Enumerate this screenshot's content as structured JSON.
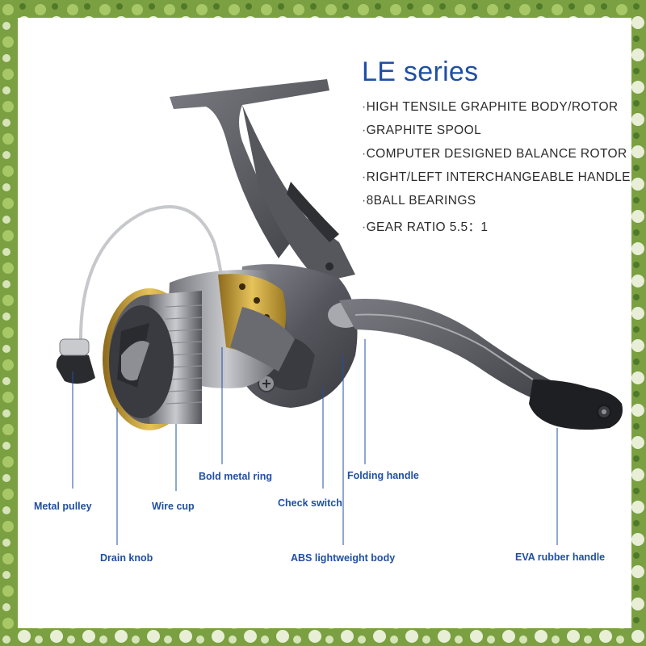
{
  "title": "LE series",
  "features": [
    "HIGH TENSILE GRAPHITE BODY/ROTOR",
    "GRAPHITE SPOOL",
    "COMPUTER DESIGNED BALANCE ROTOR",
    "RIGHT/LEFT INTERCHANGEABLE HANDLE",
    "8BALL BEARINGS",
    "GEAR RATIO 5.5：1"
  ],
  "callouts": {
    "metal_pulley": "Metal pulley",
    "drain_knob": "Drain knob",
    "wire_cup": "Wire cup",
    "bold_metal_ring": "Bold metal ring",
    "check_switch": "Check switch",
    "abs_body": "ABS lightweight body",
    "folding_handle": "Folding handle",
    "eva_handle": "EVA rubber handle"
  },
  "colors": {
    "title": "#1f4fa3",
    "callout": "#1f4fa3",
    "border": "#6b8f3a",
    "reel_body": "#5b5c63",
    "spool_gold": "#c9a13a"
  }
}
